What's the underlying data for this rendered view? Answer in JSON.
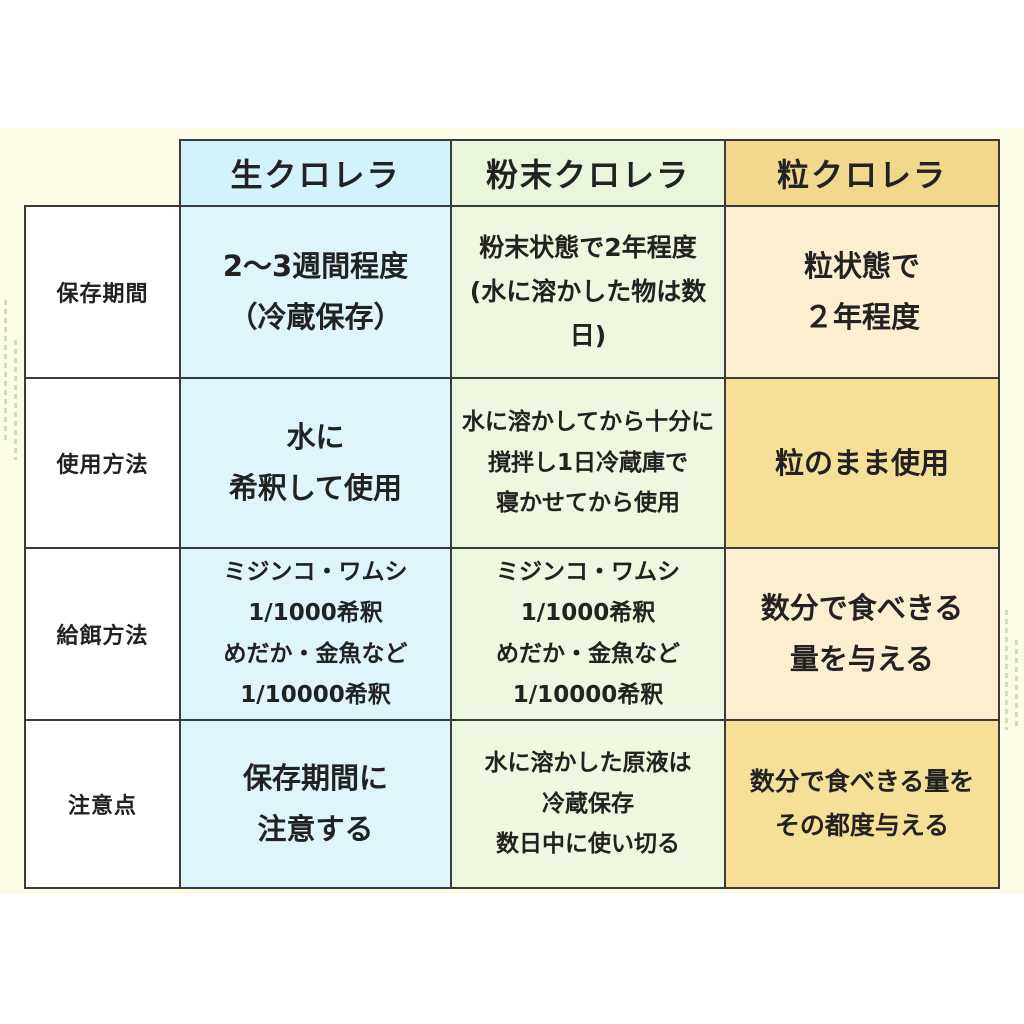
{
  "table": {
    "columns": [
      "生クロレラ",
      "粉末クロレラ",
      "粒クロレラ"
    ],
    "rows": [
      {
        "label": "保存期間",
        "cells": [
          "2〜3週間程度\n（冷蔵保存）",
          "粉末状態で2年程度\n(水に溶かした物は数日)",
          "粒状態で\n２年程度"
        ]
      },
      {
        "label": "使用方法",
        "cells": [
          "水に\n希釈して使用",
          "水に溶かしてから十分に\n撹拌し1日冷蔵庫で\n寝かせてから使用",
          "粒のまま使用"
        ]
      },
      {
        "label": "給餌方法",
        "cells": [
          "ミジンコ・ワムシ\n1/1000希釈\nめだか・金魚など\n1/10000希釈",
          "ミジンコ・ワムシ\n1/1000希釈\nめだか・金魚など\n1/10000希釈",
          "数分で食べきる\n量を与える"
        ]
      },
      {
        "label": "注意点",
        "cells": [
          "保存期間に\n注意する",
          "水に溶かした原液は\n冷蔵保存\n数日中に使い切る",
          "数分で食べきる量を\nその都度与える"
        ]
      }
    ]
  },
  "colors": {
    "raw_column": "#def6fb",
    "powder_column": "#eef7df",
    "tablet_column_header": "#f1d88c",
    "border": "#3a3a3a"
  }
}
